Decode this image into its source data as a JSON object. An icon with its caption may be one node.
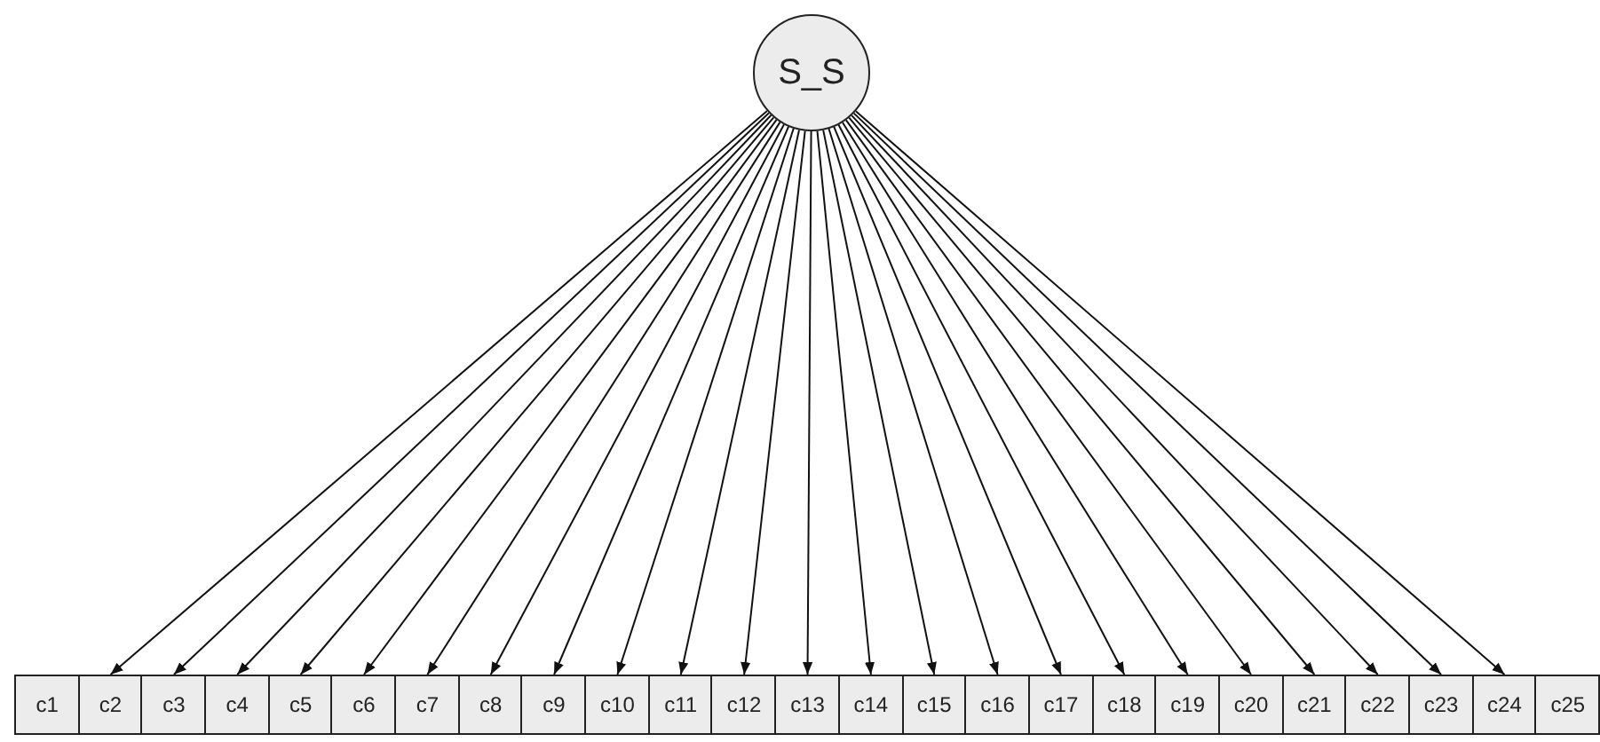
{
  "diagram": {
    "nodes": [
      {
        "text": [
          "S_S"
        ]
      },
      {
        "text": [
          "c1"
        ]
      },
      {
        "text": [
          "c2"
        ]
      },
      {
        "text": [
          "c3"
        ]
      },
      {
        "text": [
          "c4"
        ]
      },
      {
        "text": [
          "c5"
        ]
      },
      {
        "text": [
          "c6"
        ]
      },
      {
        "text": [
          "c7"
        ]
      },
      {
        "text": [
          "c8"
        ]
      },
      {
        "text": [
          "c9"
        ]
      },
      {
        "text": [
          "c10"
        ]
      },
      {
        "text": [
          "c11"
        ]
      },
      {
        "text": [
          "c12"
        ]
      },
      {
        "text": [
          "c13"
        ]
      },
      {
        "text": [
          "c14"
        ]
      },
      {
        "text": [
          "c15"
        ]
      },
      {
        "text": [
          "c16"
        ]
      },
      {
        "text": [
          "c17"
        ]
      },
      {
        "text": [
          "c18"
        ]
      },
      {
        "text": [
          "c19"
        ]
      },
      {
        "text": [
          "c20"
        ]
      },
      {
        "text": [
          "c21"
        ]
      },
      {
        "text": [
          "c22"
        ]
      },
      {
        "text": [
          "c23"
        ]
      },
      {
        "text": [
          "c24"
        ]
      },
      {
        "text": [
          "c25"
        ]
      }
    ],
    "edges": [
      {
        "from": 0,
        "to": 2,
        "arrow": "to"
      },
      {
        "from": 0,
        "to": 3,
        "arrow": "to"
      },
      {
        "from": 0,
        "to": 4,
        "arrow": "to"
      },
      {
        "from": 0,
        "to": 5,
        "arrow": "to"
      },
      {
        "from": 0,
        "to": 6,
        "arrow": "to"
      },
      {
        "from": 0,
        "to": 7,
        "arrow": "to"
      },
      {
        "from": 0,
        "to": 8,
        "arrow": "to"
      },
      {
        "from": 0,
        "to": 9,
        "arrow": "to"
      },
      {
        "from": 0,
        "to": 10,
        "arrow": "to"
      },
      {
        "from": 0,
        "to": 11,
        "arrow": "to"
      },
      {
        "from": 0,
        "to": 12,
        "arrow": "to"
      },
      {
        "from": 0,
        "to": 13,
        "arrow": "to"
      },
      {
        "from": 0,
        "to": 14,
        "arrow": "to"
      },
      {
        "from": 0,
        "to": 15,
        "arrow": "to"
      },
      {
        "from": 0,
        "to": 16,
        "arrow": "to"
      },
      {
        "from": 0,
        "to": 17,
        "arrow": "to"
      },
      {
        "from": 0,
        "to": 18,
        "arrow": "to"
      },
      {
        "from": 0,
        "to": 19,
        "arrow": "to"
      },
      {
        "from": 0,
        "to": 20,
        "arrow": "to"
      },
      {
        "from": 0,
        "to": 21,
        "arrow": "to"
      },
      {
        "from": 0,
        "to": 22,
        "arrow": "to"
      },
      {
        "from": 0,
        "to": 23,
        "arrow": "to"
      },
      {
        "from": 0,
        "to": 24,
        "arrow": "to"
      }
    ]
  }
}
